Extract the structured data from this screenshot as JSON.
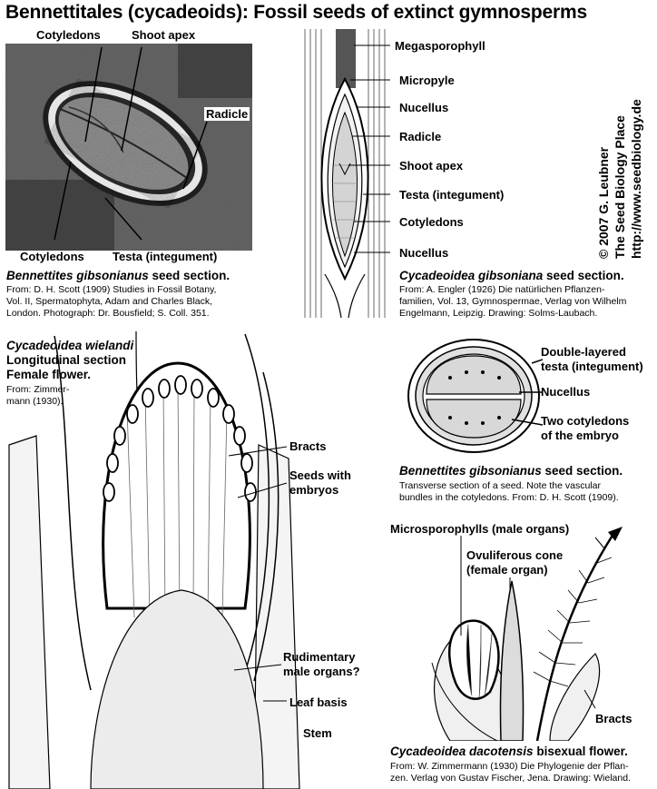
{
  "title": "Bennettitales (cycadeoids): Fossil seeds of extinct gymnosperms",
  "copyright": {
    "line1": "© 2007 G. Leubner",
    "line2": "The Seed Biology Place",
    "line3": "http://www.seedbiology.de"
  },
  "panel_photo": {
    "labels": {
      "cotyledons_top": "Cotyledons",
      "shoot_apex": "Shoot apex",
      "radicle": "Radicle",
      "cotyledons_bottom": "Cotyledons",
      "testa": "Testa (integument)"
    },
    "caption_species": "Bennettites gibsonianus",
    "caption_suffix": " seed section.",
    "caption_body": "From: D. H. Scott (1909) Studies in Fossil Botany,\nVol. II, Spermatophyta, Adam and Charles Black,\nLondon. Photograph: Dr. Bousfield; S. Coll. 351."
  },
  "panel_longitudinal": {
    "labels": [
      "Megasporophyll",
      "Micropyle",
      "Nucellus",
      "Radicle",
      "Shoot apex",
      "Testa (integument)",
      "Cotyledons",
      "Nucellus"
    ],
    "caption_species": "Cycadeoidea gibsoniana",
    "caption_suffix": " seed section.",
    "caption_body": "From: A. Engler (1926) Die natürlichen Pflanzen-\nfamilien, Vol. 13, Gymnospermae, Verlag von Wilhelm\nEngelmann, Leipzig. Drawing: Solms-Laubach."
  },
  "panel_flower": {
    "heading_species": "Cycadeoidea wielandi",
    "heading_line2": "Longitudinal section",
    "heading_line3": "Female flower.",
    "heading_body": "From: Zimmer-\nmann (1930).",
    "labels": {
      "bracts": "Bracts",
      "seeds_line1": "Seeds with",
      "seeds_line2": "embryos",
      "rudimentary_line1": "Rudimentary",
      "rudimentary_line2": "male organs?",
      "leaf_basis": "Leaf basis",
      "stem": "Stem"
    }
  },
  "panel_transverse": {
    "labels": {
      "double_line1": "Double-layered",
      "double_line2": "testa (integument)",
      "nucellus": "Nucellus",
      "two_line1": "Two cotyledons",
      "two_line2": "of the embryo"
    },
    "caption_species": "Bennettites gibsonianus",
    "caption_suffix": " seed section.",
    "caption_body": "Transverse section of a seed. Note the vascular\nbundles in the cotyledons. From: D. H. Scott (1909)."
  },
  "panel_bisexual": {
    "labels": {
      "micro": "Microsporophylls (male organs)",
      "ovul_line1": "Ovuliferous cone",
      "ovul_line2": "(female organ)",
      "bracts": "Bracts"
    },
    "caption_species": "Cycadeoidea dacotensis",
    "caption_suffix": " bisexual flower.",
    "caption_body": "From: W. Zimmermann (1930) Die Phylogenie der Pflan-\nzen. Verlag von Gustav Fischer, Jena. Drawing: Wieland."
  }
}
